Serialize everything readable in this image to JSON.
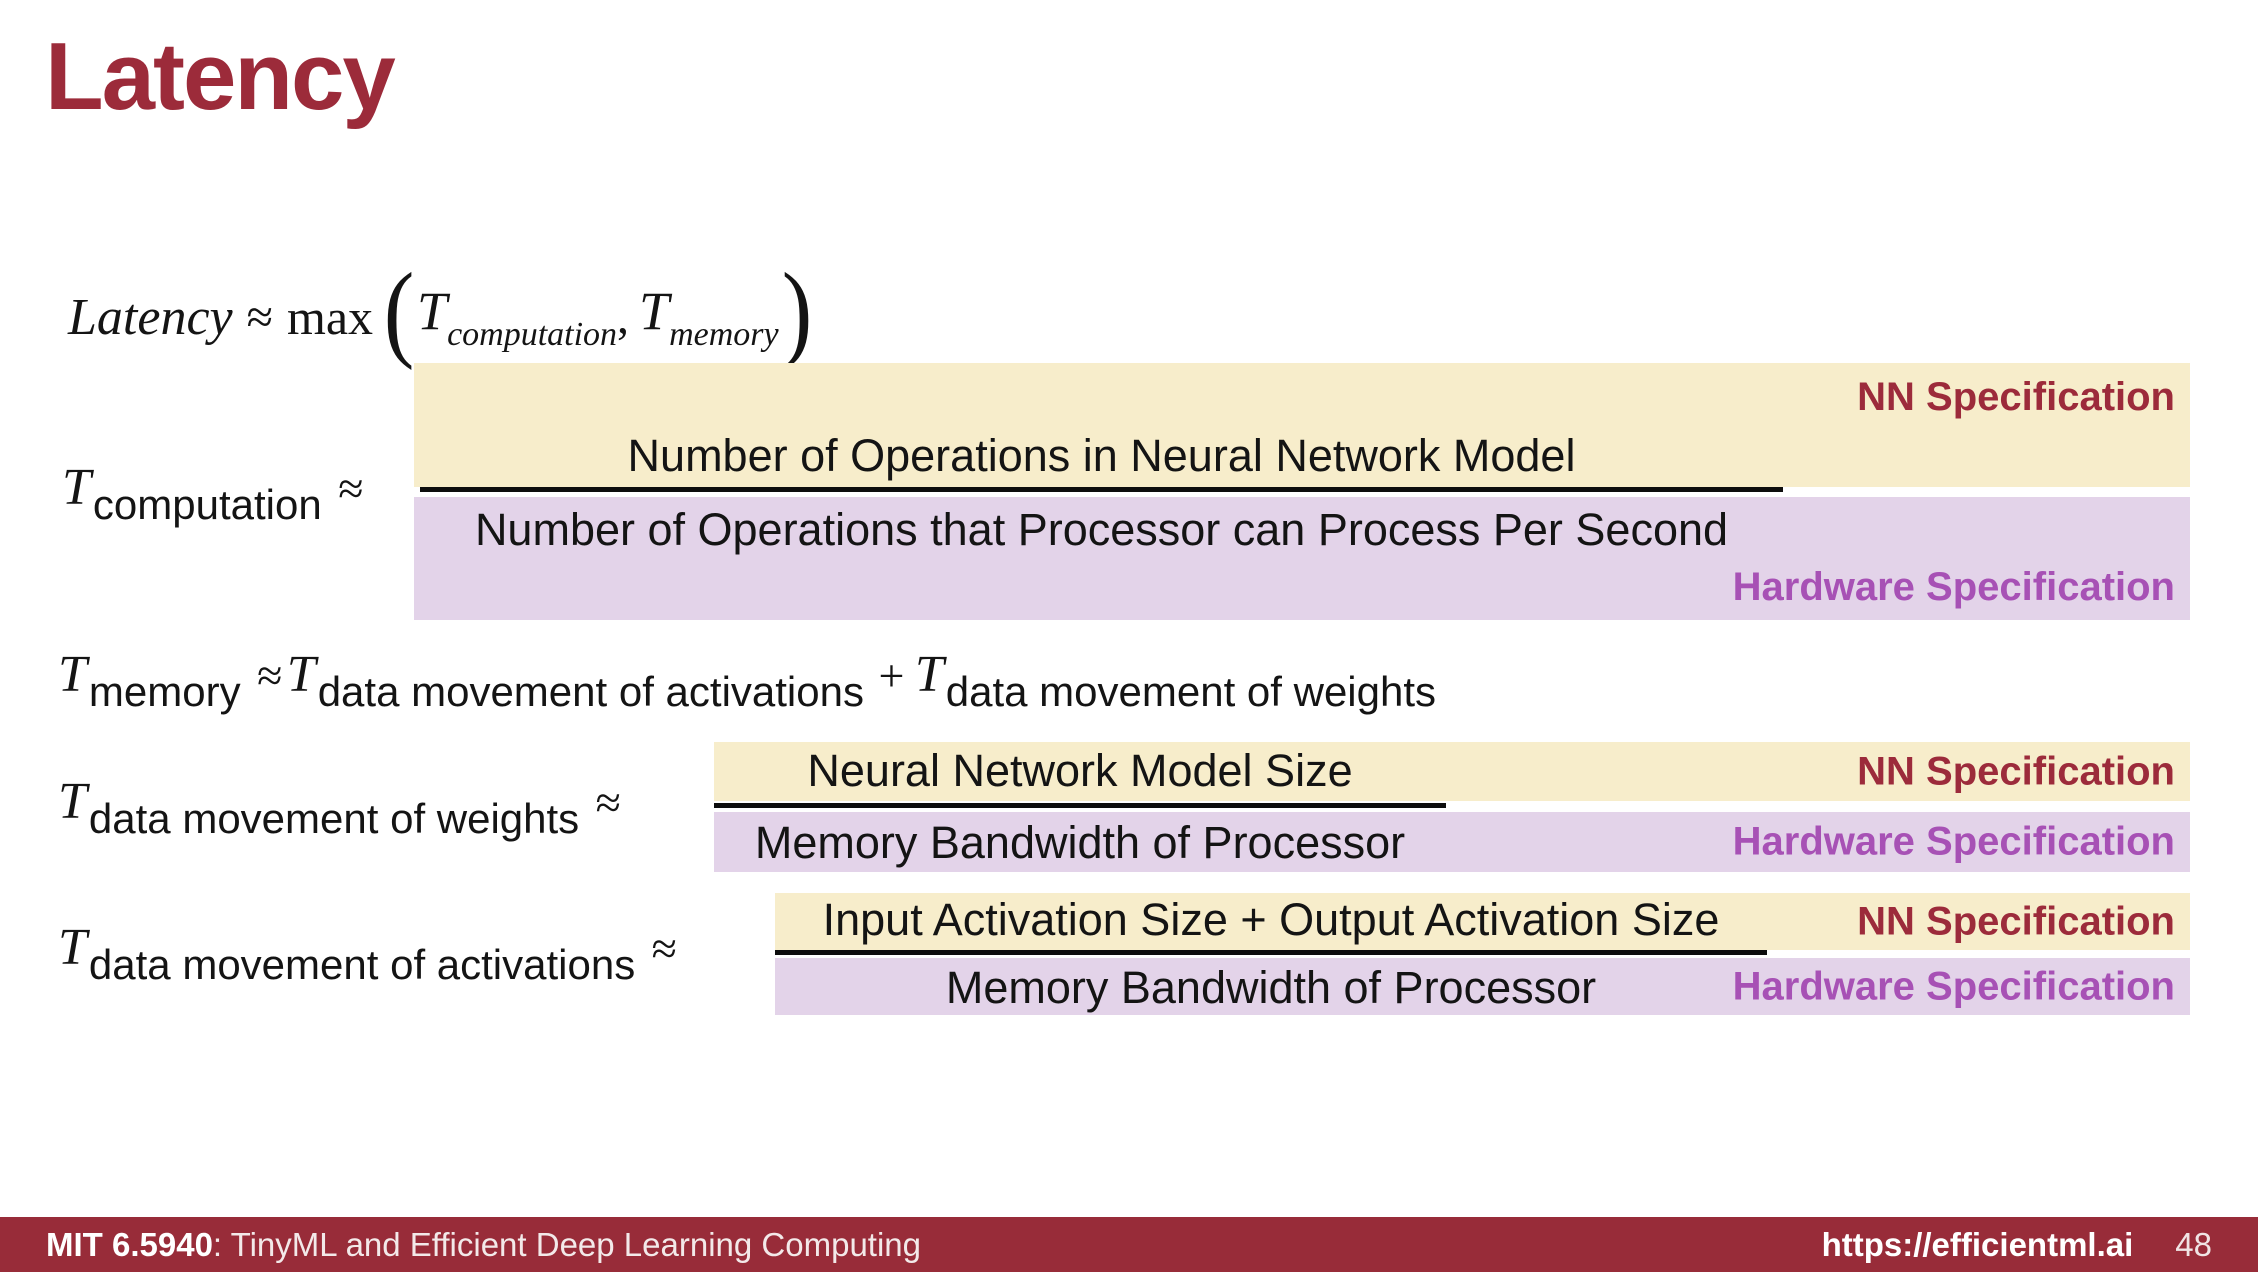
{
  "slide": {
    "title": "Latency",
    "colors": {
      "title_red": "#9c2b3a",
      "nn_badge_red": "#9c2b3b",
      "hw_badge_purple": "#a751b5",
      "numerator_bg_cream": "#f7edcb",
      "denominator_bg_lavender": "#e3d3e9",
      "footer_bar_red": "#982c39"
    },
    "eq_latency": {
      "lhs": "Latency",
      "approx": "≈",
      "max": "max",
      "lparen": "(",
      "t1_base": "T",
      "t1_sub": "computation",
      "comma": ",",
      "t2_base": "T",
      "t2_sub": "memory",
      "rparen": ")"
    },
    "eq_memory": {
      "t_base": "T",
      "t_sub": "memory",
      "approx": "≈",
      "a_base": "T",
      "a_sub": "data movement of activations",
      "plus": "+",
      "w_base": "T",
      "w_sub": "data movement of weights"
    },
    "rows": [
      {
        "label_base": "T",
        "label_sub": "computation",
        "approx": "≈",
        "numerator": "Number of Operations in Neural Network Model",
        "denominator": "Number of Operations that Processor can Process Per Second",
        "nn_tag": "NN Specification",
        "hw_tag": "Hardware Specification"
      },
      {
        "label_base": "T",
        "label_sub": "data movement of weights",
        "approx": "≈",
        "numerator": "Neural Network Model Size",
        "denominator": "Memory Bandwidth of Processor",
        "nn_tag": "NN Specification",
        "hw_tag": "Hardware Specification"
      },
      {
        "label_base": "T",
        "label_sub": "data movement of activations",
        "approx": "≈",
        "numerator": "Input Activation Size + Output Activation Size",
        "denominator": "Memory Bandwidth of Processor",
        "nn_tag": "NN Specification",
        "hw_tag": "Hardware Specification"
      }
    ],
    "footer": {
      "course_bold": "MIT 6.5940",
      "course_rest": ": TinyML and Efficient Deep Learning Computing",
      "url": "https://efficientml.ai",
      "page": "48"
    }
  }
}
